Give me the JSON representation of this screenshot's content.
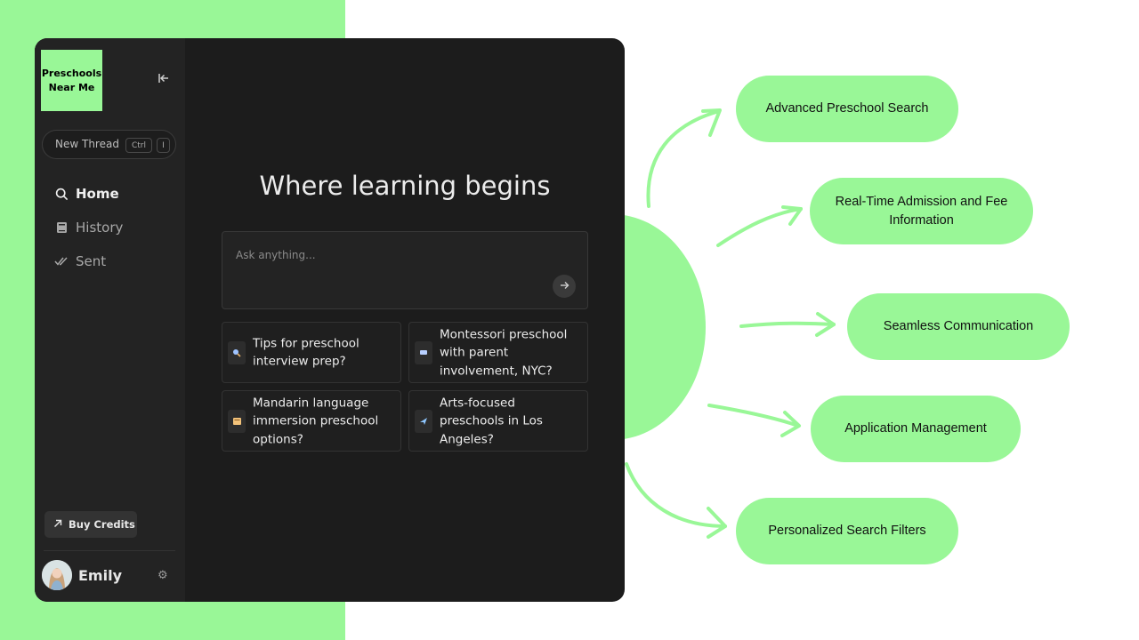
{
  "sidebar": {
    "logo": "Preschools Near Me",
    "new_thread": {
      "label": "New Thread",
      "shortcut_key1": "Ctrl",
      "shortcut_key2": "I"
    },
    "nav": [
      {
        "label": "Home",
        "icon": "search-icon"
      },
      {
        "label": "History",
        "icon": "book-icon"
      },
      {
        "label": "Sent",
        "icon": "double-check-icon"
      }
    ],
    "buy_credits": "Buy Credits",
    "user": {
      "name": "Emily"
    }
  },
  "main": {
    "title": "Where learning begins",
    "input_placeholder": "Ask anything...",
    "suggestions": [
      {
        "text": "Tips for preschool interview prep?",
        "icon": "magnifier-icon"
      },
      {
        "text": "Montessori preschool with parent involvement, NYC?",
        "icon": "chat-icon"
      },
      {
        "text": "Mandarin language immersion preschool options?",
        "icon": "book-icon"
      },
      {
        "text": "Arts-focused preschools in Los Angeles?",
        "icon": "plane-icon"
      }
    ]
  },
  "features": [
    "Advanced Preschool Search",
    "Real-Time Admission and Fee Information",
    "Seamless Communication",
    "Application Management",
    "Personalized Search Filters"
  ],
  "colors": {
    "accent_green": "#99f797",
    "app_background": "#1c1c1c",
    "sidebar_background": "#232323"
  }
}
